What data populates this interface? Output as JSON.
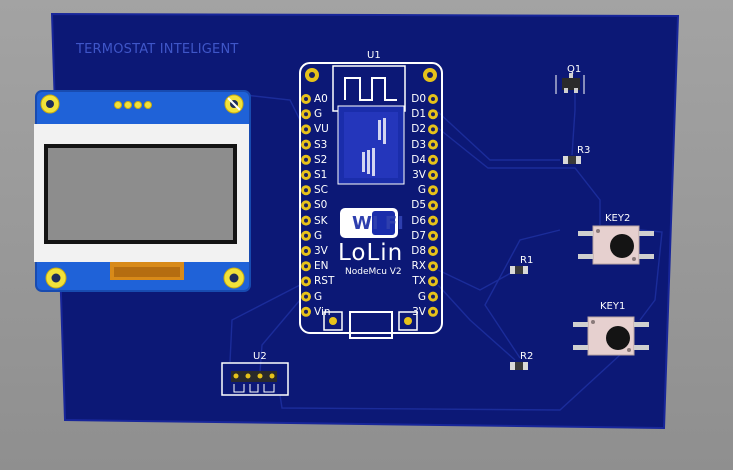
{
  "board": {
    "title": "TERMOSTAT INTELIGENT",
    "colors": {
      "pcb": "#0d1a7a",
      "background": "#9a9a9a",
      "silk": "#ffffff",
      "pad": "#e6c21a"
    }
  },
  "module_u1": {
    "designator": "U1",
    "left_pins": [
      "A0",
      "G",
      "VU",
      "S3",
      "S2",
      "S1",
      "SC",
      "S0",
      "SK",
      "G",
      "3V",
      "EN",
      "RST",
      "G",
      "Vin"
    ],
    "right_pins": [
      "D0",
      "D1",
      "D2",
      "D3",
      "D4",
      "3V",
      "G",
      "D5",
      "D6",
      "D7",
      "D8",
      "RX",
      "TX",
      "G",
      "3V"
    ],
    "wifi_label": "WI FI",
    "brand": "LoLin",
    "model": "NodeMcu  V2"
  },
  "components": {
    "q1": "Q1",
    "r1": "R1",
    "r2": "R2",
    "r3": "R3",
    "key1": "KEY1",
    "key2": "KEY2",
    "u2": "U2"
  }
}
